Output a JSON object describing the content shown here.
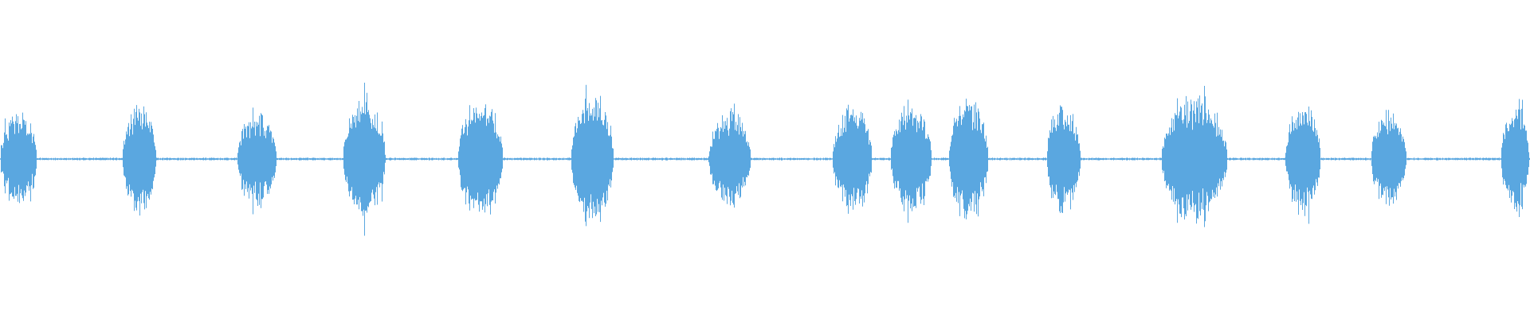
{
  "waveform": {
    "color": "#5aa7e0",
    "background": "#ffffff",
    "segments": [
      {
        "start": 0.0,
        "end": 0.025,
        "amplitude": 0.14
      },
      {
        "start": 0.08,
        "end": 0.103,
        "amplitude": 0.17
      },
      {
        "start": 0.155,
        "end": 0.182,
        "amplitude": 0.14
      },
      {
        "start": 0.224,
        "end": 0.253,
        "amplitude": 0.18
      },
      {
        "start": 0.299,
        "end": 0.33,
        "amplitude": 0.18
      },
      {
        "start": 0.373,
        "end": 0.402,
        "amplitude": 0.21
      },
      {
        "start": 0.463,
        "end": 0.492,
        "amplitude": 0.14
      },
      {
        "start": 0.544,
        "end": 0.571,
        "amplitude": 0.16
      },
      {
        "start": 0.582,
        "end": 0.61,
        "amplitude": 0.17
      },
      {
        "start": 0.62,
        "end": 0.647,
        "amplitude": 0.18
      },
      {
        "start": 0.684,
        "end": 0.707,
        "amplitude": 0.17
      },
      {
        "start": 0.759,
        "end": 0.804,
        "amplitude": 0.19
      },
      {
        "start": 0.84,
        "end": 0.864,
        "amplitude": 0.17
      },
      {
        "start": 0.896,
        "end": 0.92,
        "amplitude": 0.15
      },
      {
        "start": 0.981,
        "end": 1.0,
        "amplitude": 0.16
      }
    ],
    "baseline_noise": 0.004
  }
}
